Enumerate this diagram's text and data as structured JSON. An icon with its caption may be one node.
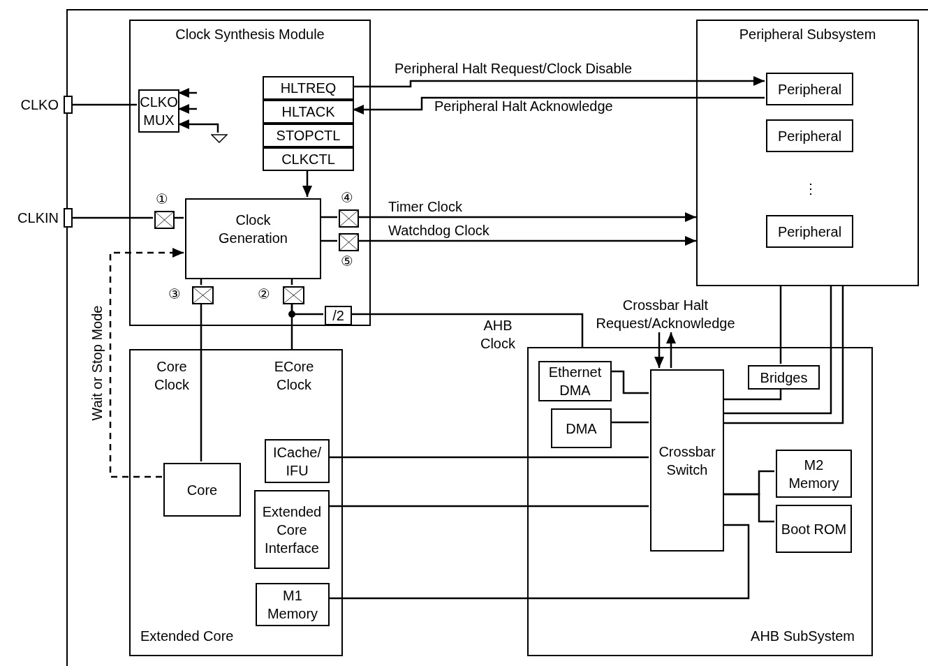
{
  "diagram": {
    "nodes": [
      {
        "text": [
          "Clock Synthesis Module"
        ]
      },
      {
        "text": [
          "CLKO MUX"
        ],
        "in": 0
      },
      {
        "text": [
          "HLTREQ"
        ],
        "in": 0
      },
      {
        "text": [
          "HLTACK"
        ],
        "in": 0
      },
      {
        "text": [
          "STOPCTL"
        ],
        "in": 0
      },
      {
        "text": [
          "CLKCTL"
        ],
        "in": 0
      },
      {
        "text": [
          "Clock Generation"
        ],
        "in": 0
      },
      {
        "text": [],
        "shape": "box",
        "beside": [
          "①"
        ],
        "in": 0
      },
      {
        "text": [],
        "shape": "box",
        "beside": [
          "④"
        ],
        "in": 0
      },
      {
        "text": [],
        "shape": "box",
        "beside": [
          "⑤"
        ],
        "in": 0
      },
      {
        "text": [],
        "shape": "box",
        "beside": [
          "③"
        ],
        "in": 0
      },
      {
        "text": [],
        "shape": "box",
        "beside": [
          "②"
        ],
        "in": 0
      },
      {
        "text": [
          "/2"
        ],
        "in": 0
      },
      {
        "text": [
          "Peripheral Subsystem"
        ]
      },
      {
        "text": [
          "Peripheral"
        ],
        "in": 13
      },
      {
        "text": [
          "Peripheral"
        ],
        "in": 13
      },
      {
        "text": [
          "Peripheral"
        ],
        "in": 13
      },
      {
        "text": [
          "Extended Core"
        ]
      },
      {
        "text": [
          "Core"
        ],
        "in": 17
      },
      {
        "text": [
          "ICache/ IFU"
        ],
        "in": 17
      },
      {
        "text": [
          "Extended Core Interface"
        ],
        "in": 17
      },
      {
        "text": [
          "M1 Memory"
        ],
        "in": 17
      },
      {
        "text": [
          "AHB SubSystem"
        ]
      },
      {
        "text": [
          "Ethernet DMA"
        ],
        "in": 22
      },
      {
        "text": [
          "DMA"
        ],
        "in": 22
      },
      {
        "text": [
          "Crossbar Switch"
        ],
        "in": 22
      },
      {
        "text": [
          "Bridges"
        ],
        "in": 22
      },
      {
        "text": [
          "M2 Memory"
        ],
        "in": 22
      },
      {
        "text": [
          "Boot ROM"
        ],
        "in": 22
      },
      {
        "text": [],
        "shape": "box",
        "beside": [
          "CLKO"
        ]
      },
      {
        "text": [],
        "shape": "box",
        "beside": [
          "CLKIN"
        ]
      },
      {
        "text": [],
        "shape": "ground",
        "in": 0
      },
      {
        "text": [
          "Crossbar Halt Request/Acknowledge"
        ]
      }
    ],
    "edges": [
      {
        "from": 29,
        "to": 1,
        "arrow": "none"
      },
      {
        "from": null,
        "to": 1,
        "arrow": "to"
      },
      {
        "from": null,
        "to": 1,
        "arrow": "to"
      },
      {
        "from": 31,
        "to": 1,
        "arrow": "to"
      },
      {
        "from": 2,
        "to": 14,
        "arrow": "to",
        "label": "Peripheral Halt Request/Clock Disable"
      },
      {
        "from": 14,
        "to": 3,
        "arrow": "to",
        "label": "Peripheral Halt Acknowledge"
      },
      {
        "from": 5,
        "to": 6,
        "arrow": "to"
      },
      {
        "from": 30,
        "to": 7,
        "arrow": "none"
      },
      {
        "from": 7,
        "to": 6,
        "arrow": "none"
      },
      {
        "from": 6,
        "to": 8,
        "arrow": "none"
      },
      {
        "from": 8,
        "to": 13,
        "arrow": "to",
        "label": "Timer Clock"
      },
      {
        "from": 6,
        "to": 9,
        "arrow": "none"
      },
      {
        "from": 9,
        "to": 13,
        "arrow": "to",
        "label": "Watchdog Clock"
      },
      {
        "from": 6,
        "to": 10,
        "arrow": "none"
      },
      {
        "from": 6,
        "to": 11,
        "arrow": "none"
      },
      {
        "from": 10,
        "to": 18,
        "arrow": "none"
      },
      {
        "from": 11,
        "to": 17,
        "arrow": "none"
      },
      {
        "from": 11,
        "to": 12,
        "arrow": "none"
      },
      {
        "from": 12,
        "to": 22,
        "arrow": "none"
      },
      {
        "from": 18,
        "to": 6,
        "arrow": "to",
        "style": "dashed"
      },
      {
        "from": 32,
        "to": 25,
        "arrow": "to"
      },
      {
        "from": 25,
        "to": 32,
        "arrow": "to"
      },
      {
        "from": 23,
        "to": 25,
        "arrow": "none"
      },
      {
        "from": 24,
        "to": 25,
        "arrow": "none"
      },
      {
        "from": 19,
        "to": 25,
        "arrow": "none"
      },
      {
        "from": 20,
        "to": 25,
        "arrow": "none"
      },
      {
        "from": 21,
        "to": 25,
        "arrow": "none"
      },
      {
        "from": 25,
        "to": 26,
        "arrow": "none"
      },
      {
        "from": 26,
        "to": 13,
        "arrow": "none"
      },
      {
        "from": 25,
        "to": 13,
        "arrow": "none"
      },
      {
        "from": 25,
        "to": 13,
        "arrow": "none"
      },
      {
        "from": 25,
        "to": 27,
        "arrow": "none"
      },
      {
        "from": 25,
        "to": 28,
        "arrow": "none"
      }
    ],
    "labels": [
      "Core Clock",
      "ECore Clock",
      "AHB Clock",
      "⋮",
      "Wait or Stop Mode"
    ]
  }
}
